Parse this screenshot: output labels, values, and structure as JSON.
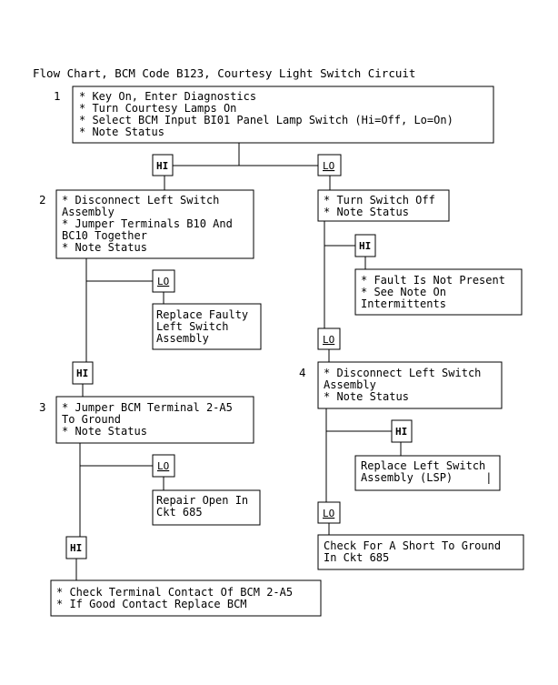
{
  "title": "Flow Chart, BCM Code B123, Courtesy Light Switch Circuit",
  "steps": {
    "s1": "1",
    "s2": "2",
    "s3": "3",
    "s4": "4"
  },
  "boxes": {
    "b1": [
      "* Key On, Enter Diagnostics",
      "* Turn Courtesy Lamps On",
      "* Select BCM Input BI01 Panel Lamp Switch (Hi=Off, Lo=On)",
      "* Note Status"
    ],
    "b2": [
      "* Disconnect Left Switch",
      "  Assembly",
      "* Jumper Terminals B10 And",
      "  BC10 Together",
      "* Note Status"
    ],
    "b2r": [
      "* Turn Switch Off",
      "* Note Status"
    ],
    "fault": [
      "* Fault Is Not Present",
      "* See Note On",
      "  Intermittents"
    ],
    "replace_faulty": [
      "Replace Faulty",
      "Left Switch",
      "Assembly"
    ],
    "b3": [
      "* Jumper BCM Terminal 2-A5",
      "  To Ground",
      "* Note Status"
    ],
    "b4": [
      "* Disconnect Left Switch",
      "  Assembly",
      "* Note Status"
    ],
    "replace_lsp": [
      "Replace Left Switch",
      "Assembly (LSP)     |"
    ],
    "repair": [
      "Repair Open In",
      "Ckt 685"
    ],
    "short": [
      "Check For A Short To Ground",
      "In Ckt 685"
    ],
    "final": [
      "* Check Terminal Contact Of BCM 2-A5",
      "* If Good Contact Replace BCM"
    ]
  },
  "tags": {
    "hi": "HI",
    "lo": "LO"
  }
}
